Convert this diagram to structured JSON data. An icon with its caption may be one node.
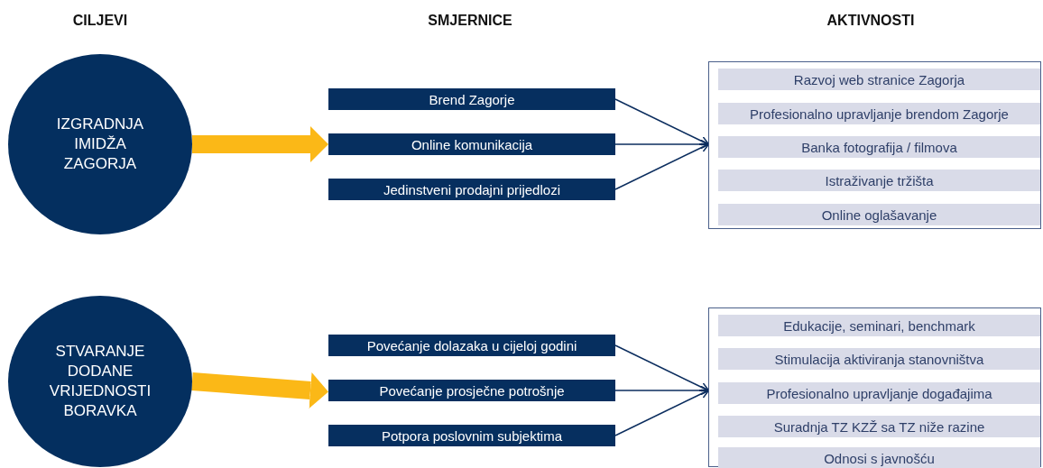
{
  "diagram": {
    "nodes": [
      {
        "text": [
          "IZGRADNJA IMIDŽA ZAGORJA"
        ]
      },
      {
        "text": [
          "Brend Zagorje"
        ]
      },
      {
        "text": [
          "Online komunikacija"
        ]
      },
      {
        "text": [
          "Jedinstveni prodajni prijedlozi"
        ]
      },
      {
        "text": [],
        "shape": "box"
      },
      {
        "text": [
          "Razvoj web stranice Zagorja"
        ],
        "in": 4
      },
      {
        "text": [
          "Profesionalno upravljanje brendom Zagorje"
        ],
        "in": 4
      },
      {
        "text": [
          "Banka fotografija / filmova"
        ],
        "in": 4
      },
      {
        "text": [
          "Istraživanje tržišta"
        ],
        "in": 4
      },
      {
        "text": [
          "Online oglašavanje"
        ],
        "in": 4
      },
      {
        "text": [
          "STVARANJE DODANE VRIJEDNOSTI BORAVKA"
        ]
      },
      {
        "text": [
          "Povećanje dolazaka u cijeloj godini"
        ]
      },
      {
        "text": [
          "Povećanje prosječne potrošnje"
        ]
      },
      {
        "text": [
          "Potpora poslovnim subjektima"
        ]
      },
      {
        "text": [],
        "shape": "box"
      },
      {
        "text": [
          "Edukacije, seminari, benchmark"
        ],
        "in": 14
      },
      {
        "text": [
          "Stimulacija aktiviranja stanovništva"
        ],
        "in": 14
      },
      {
        "text": [
          "Profesionalno upravljanje događajima"
        ],
        "in": 14
      },
      {
        "text": [
          "Suradnja TZ KZŽ sa TZ niže razine"
        ],
        "in": 14
      },
      {
        "text": [
          "Odnosi s javnošću"
        ],
        "in": 14
      }
    ],
    "edges": [
      {
        "from": 0,
        "to": 2,
        "arrow": "to",
        "style": "thick",
        "color": "#fbb817"
      },
      {
        "from": 1,
        "to": 4,
        "arrow": "to"
      },
      {
        "from": 2,
        "to": 4,
        "arrow": "to"
      },
      {
        "from": 3,
        "to": 4,
        "arrow": "to"
      },
      {
        "from": 10,
        "to": 12,
        "arrow": "to",
        "style": "thick",
        "color": "#fbb817"
      },
      {
        "from": 11,
        "to": 14,
        "arrow": "to"
      },
      {
        "from": 12,
        "to": 14,
        "arrow": "to"
      },
      {
        "from": 13,
        "to": 14,
        "arrow": "to"
      }
    ],
    "labels": [
      "CILJEVI",
      "SMJERNICE",
      "AKTIVNOSTI"
    ]
  }
}
